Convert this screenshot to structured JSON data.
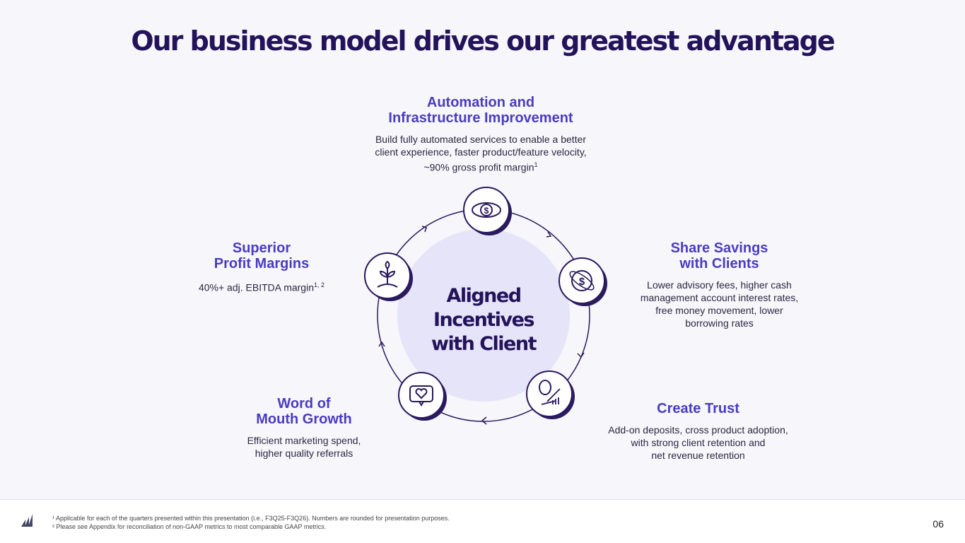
{
  "title": "Our business model drives our greatest advantage",
  "center": {
    "line1": "Aligned",
    "line2": "Incentives",
    "line3": "with Client"
  },
  "blocks": {
    "automation": {
      "title1": "Automation and",
      "title2": "Infrastructure Improvement",
      "l1": "Build fully automated services to enable a better",
      "l2": "client experience, faster product/feature velocity,",
      "l3": "~90% gross profit margin",
      "sup": "1"
    },
    "share": {
      "title1": "Share Savings",
      "title2": "with Clients",
      "l1": "Lower advisory fees, higher cash",
      "l2": "management account interest rates,",
      "l3": "free money movement, lower",
      "l4": "borrowing rates"
    },
    "trust": {
      "title1": "Create Trust",
      "l1": "Add-on deposits, cross product adoption,",
      "l2": "with strong client retention and",
      "l3": "net revenue retention"
    },
    "word": {
      "title1": "Word of",
      "title2": "Mouth Growth",
      "l1": "Efficient marketing spend,",
      "l2": "higher quality referrals"
    },
    "margins": {
      "title1": "Superior",
      "title2": "Profit Margins",
      "l1": "40%+ adj. EBITDA margin",
      "sup": "1, 2"
    }
  },
  "footer": {
    "note1": "¹ Applicable for each of the quarters presented within this presentation (i.e., F3Q25-F3Q26). Numbers are rounded for presentation purposes.",
    "note2": "² Please see Appendix for reconciliation of non-GAAP metrics to most comparable GAAP metrics.",
    "page": "06"
  },
  "colors": {
    "accent": "#4a3cc0",
    "dark": "#23135a",
    "inner": "#e6e4f8"
  }
}
